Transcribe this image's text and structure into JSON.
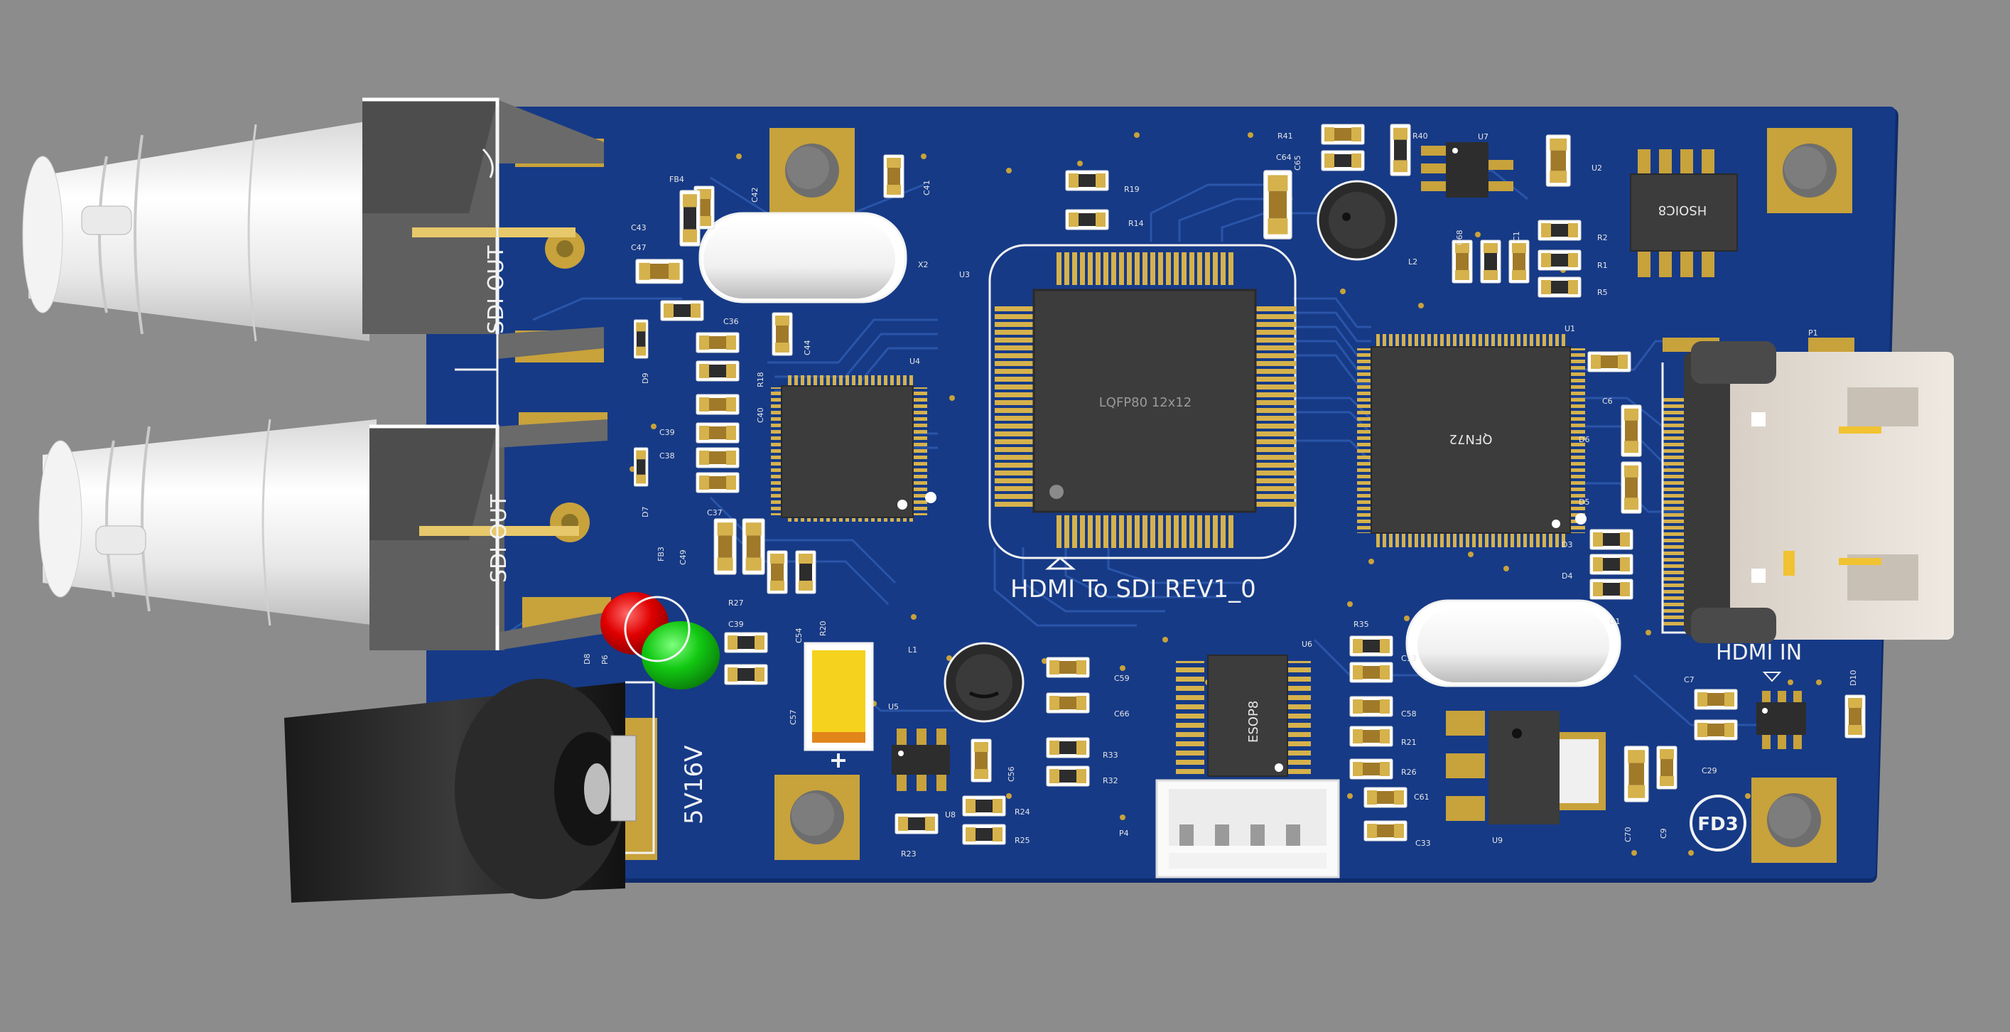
{
  "board": {
    "title": "HDMI To SDI REV1_0",
    "colors": {
      "background": "#8c8c8c",
      "pcb": "#163a86",
      "pcb_edge": "#0f2c6b",
      "trace": "#2a55a8",
      "pad_gold": "#c8a23b",
      "chip_body": "#3c3c3c",
      "silk": "#f2f2f2"
    }
  },
  "labels": {
    "sdi_out_1": "SDI OUT",
    "sdi_out_2": "SDI OUT",
    "power": "5V16V",
    "hdmi_in": "HDMI IN",
    "logo": "FD3"
  },
  "chips": {
    "main": "LQFP80 12x12",
    "qfn": "QFN72",
    "hsoic": "HSOIC8",
    "esop": "ESOP8"
  },
  "refdes": {
    "x2": "X2",
    "u3": "U3",
    "u4": "U4",
    "u1": "U1",
    "u2": "U2",
    "u5": "U5",
    "u6": "U6",
    "u7": "U7",
    "u8": "U8",
    "u9": "U9",
    "l1": "L1",
    "l2": "L2",
    "p1": "P1",
    "p4": "P4",
    "p6": "P6",
    "fb4": "FB4",
    "fb3": "FB3",
    "r14": "R14",
    "r19": "R19",
    "r41": "R41",
    "r40": "R40",
    "r20": "R20",
    "r23": "R23",
    "r24": "R24",
    "r25": "R25",
    "r27": "R27",
    "r32": "R32",
    "r33": "R33",
    "r35": "R35",
    "r21": "R21",
    "r26": "R26",
    "r1": "R1",
    "r2": "R2",
    "r5": "R5",
    "r18": "R18",
    "c41": "C41",
    "c42": "C42",
    "c43": "C43",
    "c47": "C47",
    "c36": "C36",
    "c44": "C44",
    "c40": "C40",
    "c39": "C39",
    "c38": "C38",
    "c37": "C37",
    "c49": "C49",
    "c39b": "C39",
    "c54": "C54",
    "c57": "C57",
    "c56": "C56",
    "c59": "C59",
    "c66": "C66",
    "c13": "C13",
    "c58": "C58",
    "c61": "C61",
    "c33": "C33",
    "c6": "C6",
    "c7": "C7",
    "c29": "C29",
    "c70": "C70",
    "c9": "C9",
    "c64": "C64",
    "c65": "C65",
    "c68": "C68",
    "c1": "C1",
    "d1": "D1",
    "d3": "D3",
    "d4": "D4",
    "d5": "D5",
    "d6": "D6",
    "d7": "D7",
    "d8": "D8",
    "d9": "D9",
    "d10": "D10"
  }
}
